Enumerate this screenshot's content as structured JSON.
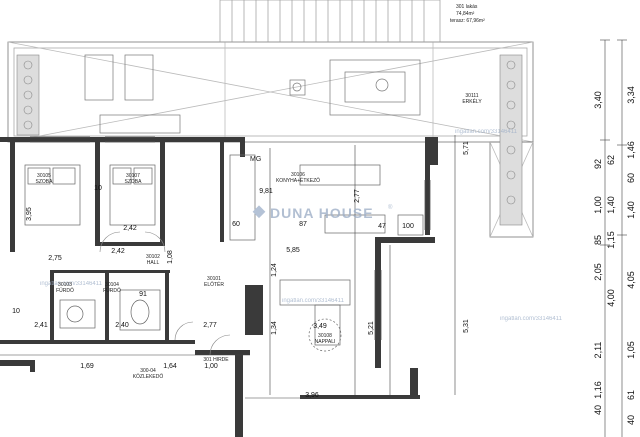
{
  "watermark": {
    "brand": "DUNA HOUSE",
    "trademark": "®",
    "site": "ingatlan.com/33146411"
  },
  "header": {
    "unit_line": "301 lakás",
    "total_line": "74,84m²",
    "terrace_line": "terasz: 67,96m²"
  },
  "rooms": {
    "szoba1": {
      "number": "30105",
      "name": "SZOBA"
    },
    "szoba2": {
      "number": "30107",
      "name": "SZOBA"
    },
    "konyha": {
      "number": "30106",
      "name": "KONYHA+ÉTKEZŐ"
    },
    "erkely": {
      "number": "30111",
      "name": "ERKÉLY"
    },
    "hall": {
      "number": "30102",
      "name": "HALL"
    },
    "furdo1": {
      "number": "30103",
      "name": "FÜRDŐ"
    },
    "furdo2": {
      "number": "30104",
      "name": "FÜRDŐ"
    },
    "eloter": {
      "number": "30101",
      "name": "ELŐTÉR"
    },
    "nappali": {
      "number": "30108",
      "name": "NAPPALI"
    },
    "kozlekedo": {
      "number": "300-04",
      "name": "KÖZLEKEDŐ"
    },
    "hirdeto": {
      "number": "301 HIRDE"
    },
    "mg": "MG"
  },
  "plan_dims": {
    "d_9_81": "9,81",
    "d_3_95": "3,95",
    "d_2_42a": "2,42",
    "d_2_42b": "2,42",
    "d_2_75": "2,75",
    "d_2_41": "2,41",
    "d_2_40": "2,40",
    "d_2_77": "2,77",
    "d_1_69": "1,69",
    "d_1_64": "1,64",
    "d_1_00": "1,00",
    "d_1_08": "1,08",
    "d_5_85": "5,85",
    "d_3_49": "3,49",
    "d_3_96": "3,96",
    "d_5_71": "5,71",
    "d_5_21": "5,21",
    "d_5_31": "5,31",
    "d_2_77b": "2,77",
    "d_60": "60",
    "d_87": "87",
    "d_47": "47",
    "d_100": "100",
    "d_91": "91",
    "d_10a": "10",
    "d_10b": "10",
    "d_1_34": "1,34",
    "d_1_24": "1,24"
  },
  "vertical_dims_left": [
    "3,40",
    "92",
    "1,00",
    "85",
    "2,05",
    "2,11",
    "40",
    "1,16"
  ],
  "vertical_dims_mid": [
    "62",
    "1,40",
    "1,15",
    "4,00"
  ],
  "vertical_dims_right": [
    "3,34",
    "1,46",
    "60",
    "1,40",
    "4,05",
    "1,05",
    "61",
    "40"
  ]
}
